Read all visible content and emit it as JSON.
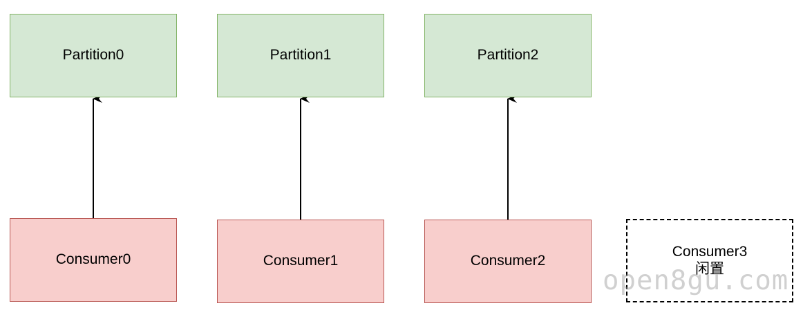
{
  "partitions": [
    {
      "label": "Partition0"
    },
    {
      "label": "Partition1"
    },
    {
      "label": "Partition2"
    }
  ],
  "consumers": [
    {
      "label": "Consumer0"
    },
    {
      "label": "Consumer1"
    },
    {
      "label": "Consumer2"
    },
    {
      "label": "Consumer3",
      "status": "闲置"
    }
  ],
  "edges": [
    {
      "from": "Consumer0",
      "to": "Partition0"
    },
    {
      "from": "Consumer1",
      "to": "Partition1"
    },
    {
      "from": "Consumer2",
      "to": "Partition2"
    }
  ],
  "watermark": "open8gu.com",
  "colors": {
    "partition_fill": "#d5e8d4",
    "partition_stroke": "#82b366",
    "consumer_fill": "#f8cecc",
    "consumer_stroke": "#b85450",
    "idle_border": "#000000"
  }
}
